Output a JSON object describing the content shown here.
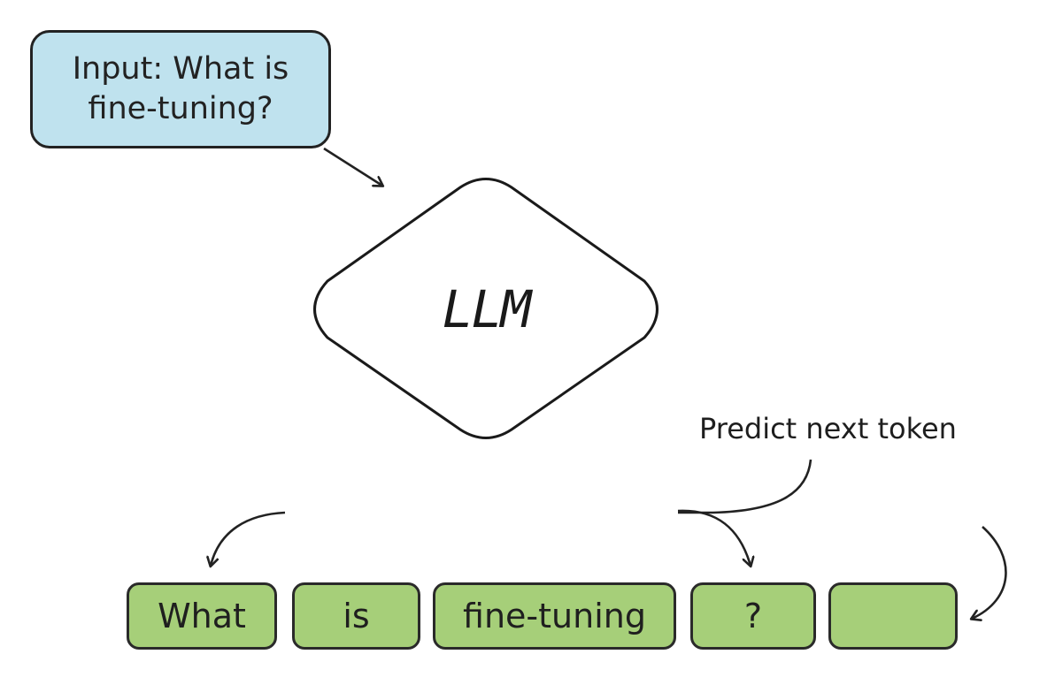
{
  "input_box": {
    "line1": "Input: What is",
    "line2": "fine-tuning?"
  },
  "model": {
    "label": "LLM"
  },
  "annotation": {
    "label": "Predict next token"
  },
  "tokens": [
    {
      "text": "What"
    },
    {
      "text": "is"
    },
    {
      "text": "fine-tuning"
    },
    {
      "text": "?"
    },
    {
      "text": ""
    }
  ],
  "colors": {
    "input_fill": "#bfe2ee",
    "token_fill": "#a6cf79",
    "stroke": "#222222"
  }
}
